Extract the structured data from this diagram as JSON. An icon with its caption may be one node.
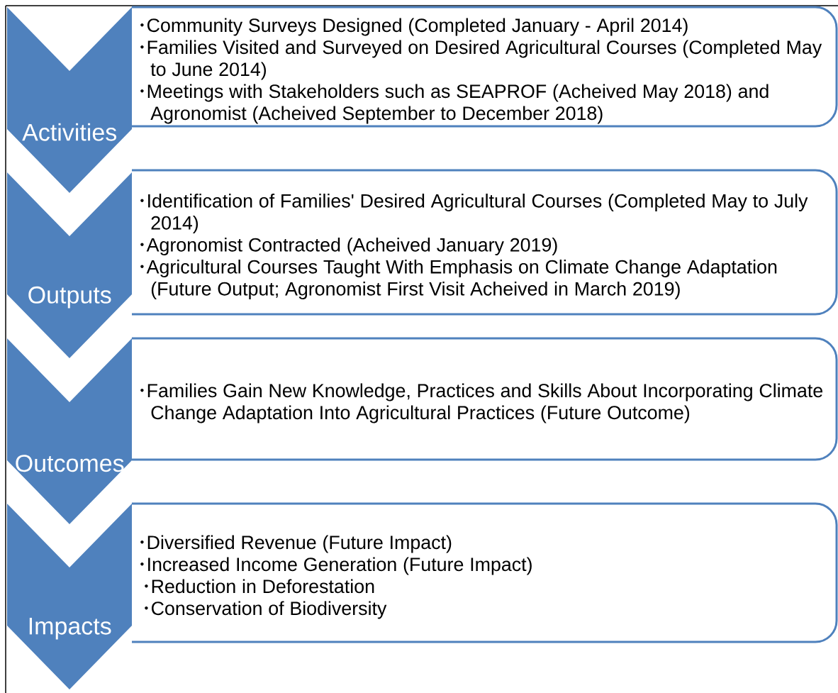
{
  "diagram": {
    "nodes": [
      {
        "text": [
          "Activities"
        ]
      },
      {
        "text": [
          "Community Surveys Designed (Completed January - April 2014)",
          "Families Visited and Surveyed on Desired Agricultural Courses (Completed May to June 2014)",
          "Meetings with Stakeholders such as SEAPROF (Acheived May 2018) and Agronomist (Acheived September to December 2018)"
        ]
      },
      {
        "text": [
          "Outputs"
        ]
      },
      {
        "text": [
          "Identification of Families' Desired Agricultural Courses (Completed May to July 2014)",
          "Agronomist Contracted (Acheived January 2019)",
          "Agricultural Courses Taught With Emphasis on Climate Change Adaptation (Future Output; Agronomist First Visit Acheived in March 2019)"
        ]
      },
      {
        "text": [
          "Outcomes"
        ]
      },
      {
        "text": [
          "Families Gain New Knowledge, Practices and Skills About Incorporating Climate Change Adaptation Into Agricultural Practices (Future Outcome)"
        ]
      },
      {
        "text": [
          "Impacts"
        ]
      },
      {
        "text": [
          "Diversified Revenue (Future Impact)",
          "Increased Income Generation (Future Impact)",
          "Reduction in Deforestation",
          "Conservation of Biodiversity"
        ]
      }
    ]
  }
}
